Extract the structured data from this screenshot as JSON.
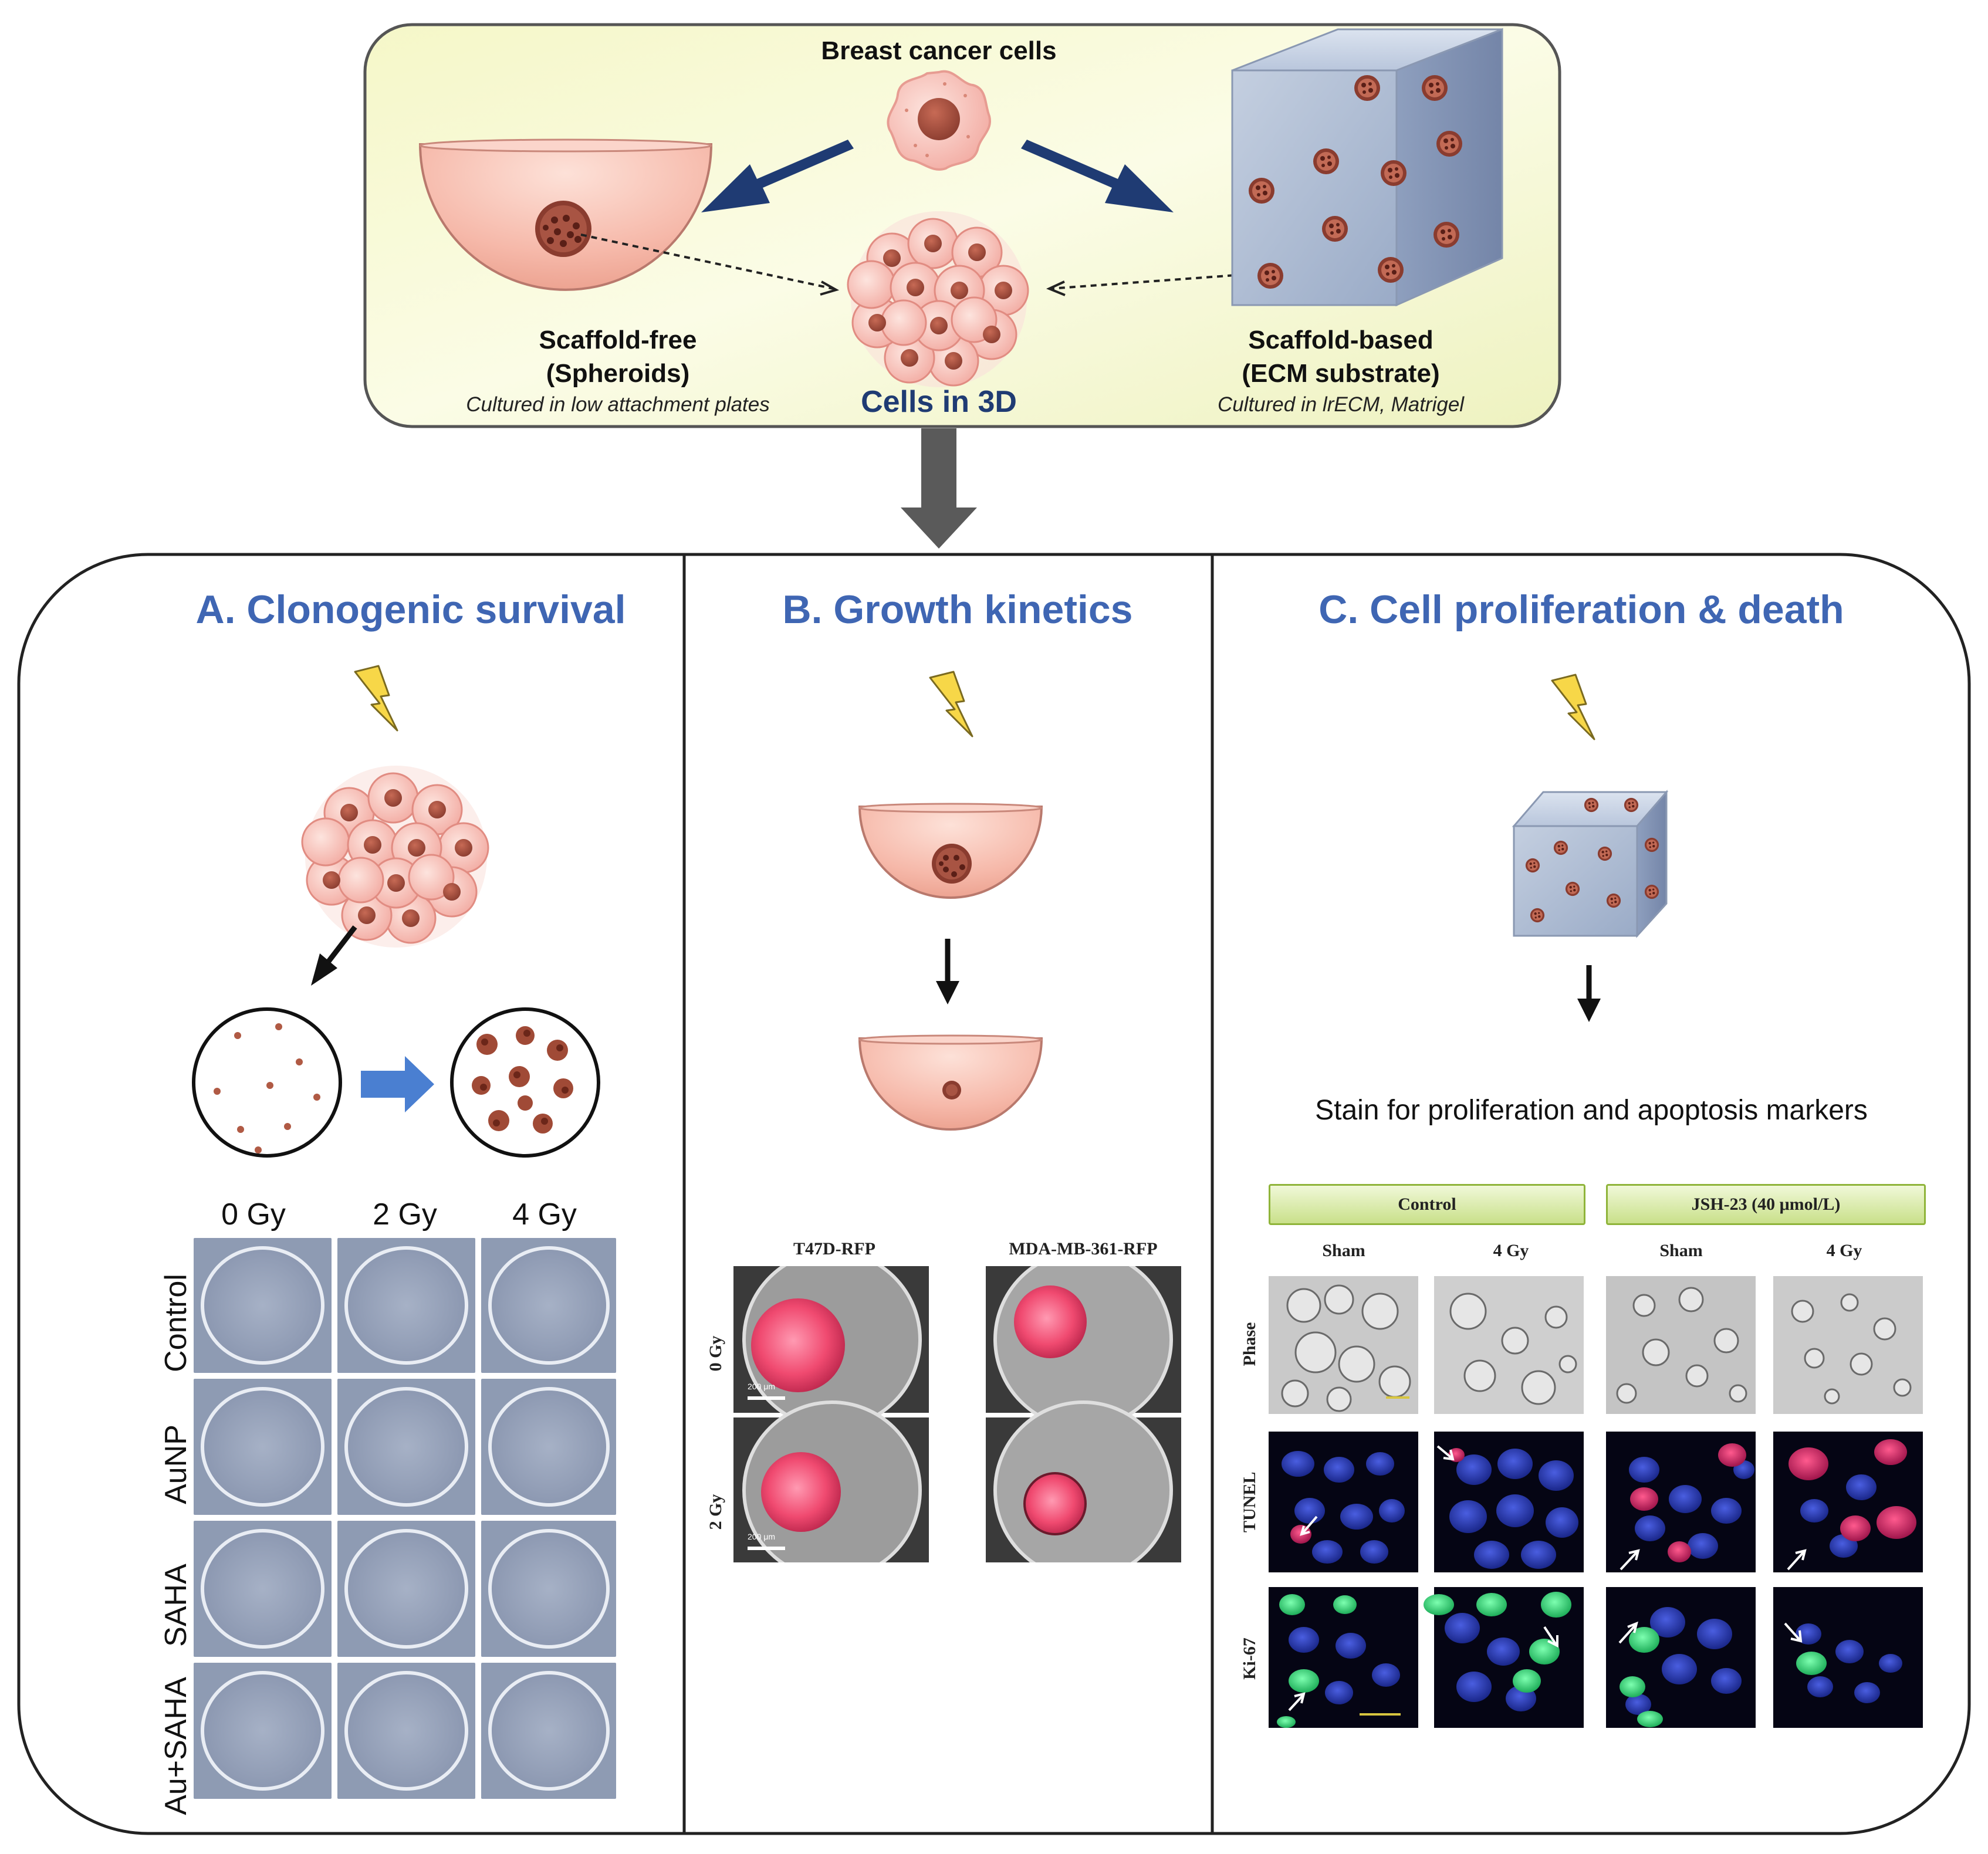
{
  "top": {
    "title": "Breast cancer cells",
    "left": {
      "title1": "Scaffold-free",
      "title2": "(Spheroids)",
      "note": "Cultured in low attachment plates"
    },
    "center": {
      "label": "Cells in 3D"
    },
    "right": {
      "title1": "Scaffold-based",
      "title2": "(ECM substrate)",
      "note": "Cultured in lrECM, Matrigel"
    }
  },
  "panelA": {
    "title": "A. Clonogenic survival",
    "doses": [
      "0 Gy",
      "2 Gy",
      "4 Gy"
    ],
    "rows": [
      "Control",
      "AuNP",
      "SAHA",
      "Au+SAHA"
    ]
  },
  "panelB": {
    "title": "B. Growth kinetics",
    "cells": [
      "T47D-RFP",
      "MDA-MB-361-RFP"
    ],
    "doses": [
      "0 Gy",
      "2 Gy"
    ],
    "scale": "200 μm"
  },
  "panelC": {
    "title": "C. Cell proliferation & death",
    "stain": "Stain for proliferation and apoptosis markers",
    "groups": [
      "Control",
      "JSH-23 (40 μmol/L)"
    ],
    "conditions": [
      "Sham",
      "4 Gy",
      "Sham",
      "4 Gy"
    ],
    "rows": [
      "Phase",
      "TUNEL",
      "Ki-67"
    ]
  },
  "colors": {
    "title_blue": "#3f66b3",
    "navy": "#1f3b73",
    "top_box": "#f7f9d2",
    "dish_pink": "#f6b9aa",
    "cube": "#aab8d0",
    "cell_brown": "#8a3c2f",
    "rfp": "#f04a70",
    "dapi": "#2233aa",
    "ki67": "#33dd77",
    "tunel": "#dd2266"
  }
}
